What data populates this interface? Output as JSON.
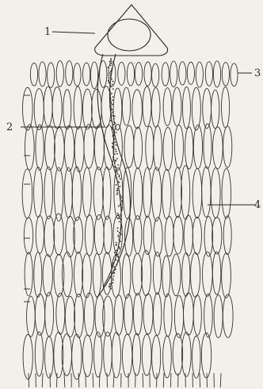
{
  "labels": {
    "one": "1",
    "two": "2",
    "three": "3",
    "four": "4"
  },
  "colors": {
    "background": "#f3f0e9",
    "ink": "#2b2722"
  }
}
